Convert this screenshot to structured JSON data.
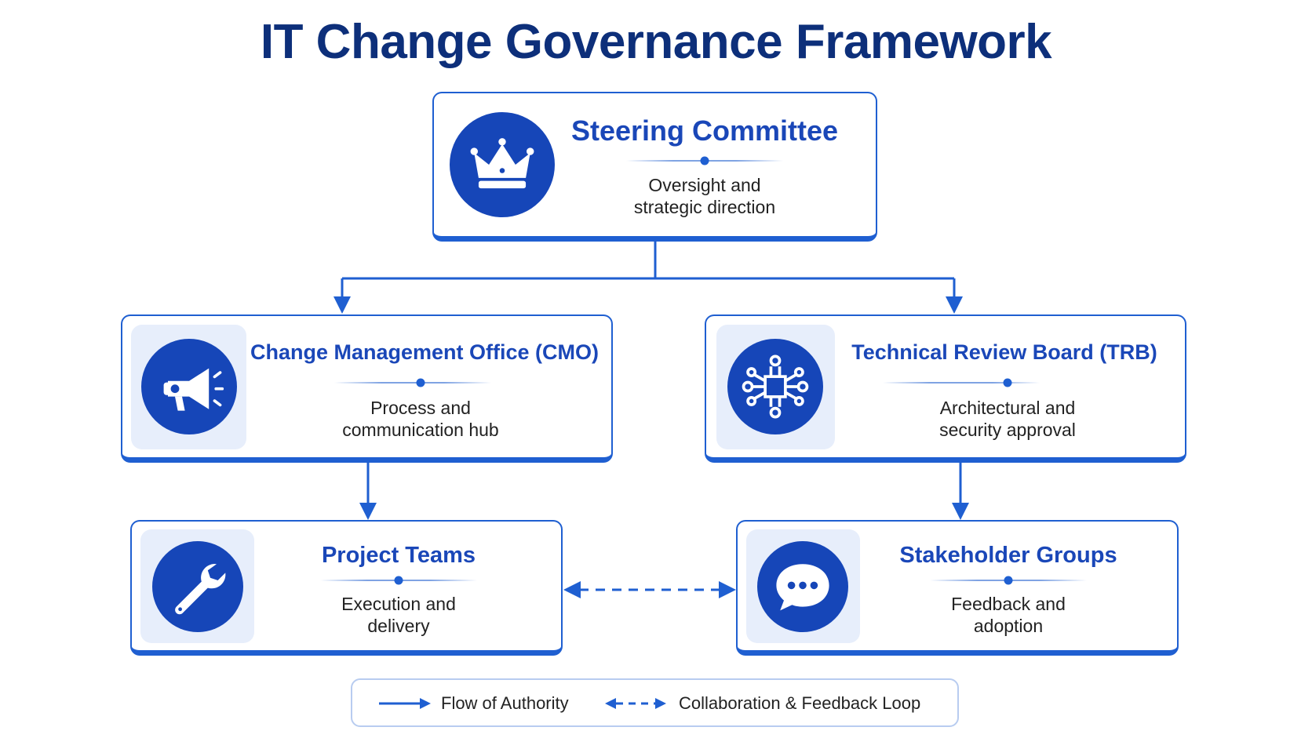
{
  "title": "IT Change Governance Framework",
  "colors": {
    "primary": "#1f5fd1",
    "dark_title": "#0d2f7a",
    "icon_bg": "#1646b8",
    "tile_bg": "#e7eefb"
  },
  "nodes": {
    "steering": {
      "title": "Steering Committee",
      "description": "Oversight and\nstrategic direction",
      "icon": "crown-icon"
    },
    "cmo": {
      "title": "Change Management Office (CMO)",
      "description": "Process and\ncommunication hub",
      "icon": "megaphone-icon"
    },
    "trb": {
      "title": "Technical Review Board (TRB)",
      "description": "Architectural and\nsecurity approval",
      "icon": "circuit-icon"
    },
    "project_teams": {
      "title": "Project Teams",
      "description": "Execution and\ndelivery",
      "icon": "wrench-icon"
    },
    "stakeholders": {
      "title": "Stakeholder Groups",
      "description": "Feedback and\nadoption",
      "icon": "chat-bubble-icon"
    }
  },
  "edges": [
    {
      "from": "steering",
      "to": "cmo",
      "type": "authority"
    },
    {
      "from": "steering",
      "to": "trb",
      "type": "authority"
    },
    {
      "from": "cmo",
      "to": "project_teams",
      "type": "authority"
    },
    {
      "from": "trb",
      "to": "stakeholders",
      "type": "authority"
    },
    {
      "from": "project_teams",
      "to": "stakeholders",
      "type": "collaboration"
    }
  ],
  "legend": {
    "authority": "Flow of Authority",
    "collaboration": "Collaboration & Feedback Loop"
  }
}
